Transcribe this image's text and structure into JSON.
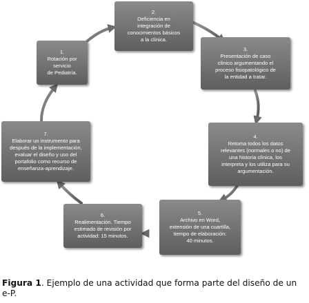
{
  "diagram": {
    "nodes": [
      {
        "id": "1",
        "number": "1.",
        "text": "Rotación por\nservicio\nde Pediatría."
      },
      {
        "id": "2",
        "number": "2.",
        "text": "Deficiencia en\nintegración de\nconocimientos básicos\na  la clínica."
      },
      {
        "id": "3",
        "number": "3.",
        "text": "Presentación de caso\nclínico argumentando el\nproceso fisiopatológico de\nla entidad a tratar."
      },
      {
        "id": "4",
        "number": "4.",
        "text": "Retoma todos los datos\nrelevantes (normales o no) de\nuna historia clínica, los\ninterpreta y los utiliza para su\nargumentación."
      },
      {
        "id": "5",
        "number": "5.",
        "text": "Archivo en Word,\nextensión de una cuartilla,\ntiempo de elaboración:\n40 minutos."
      },
      {
        "id": "6",
        "number": "6.",
        "text": "Realimentación. Tiempo\nestimado de revisión por\nactividad: 15 minutos."
      },
      {
        "id": "7",
        "number": "7.",
        "text": "Elaborar un instrumento para\ndespués de la implementación,\nevaluar el diseño y uso del\nportafolio como recurso de\nenseñanza-aprendizaje."
      }
    ],
    "edges": [
      {
        "from": "1",
        "to": "2"
      },
      {
        "from": "2",
        "to": "3"
      },
      {
        "from": "3",
        "to": "4"
      },
      {
        "from": "4",
        "to": "5"
      },
      {
        "from": "5",
        "to": "6"
      },
      {
        "from": "6",
        "to": "7"
      },
      {
        "from": "7",
        "to": "1"
      }
    ]
  },
  "caption": {
    "label": "Figura 1",
    "text": ". Ejemplo de una actividad que forma parte del diseño de un e-P."
  }
}
